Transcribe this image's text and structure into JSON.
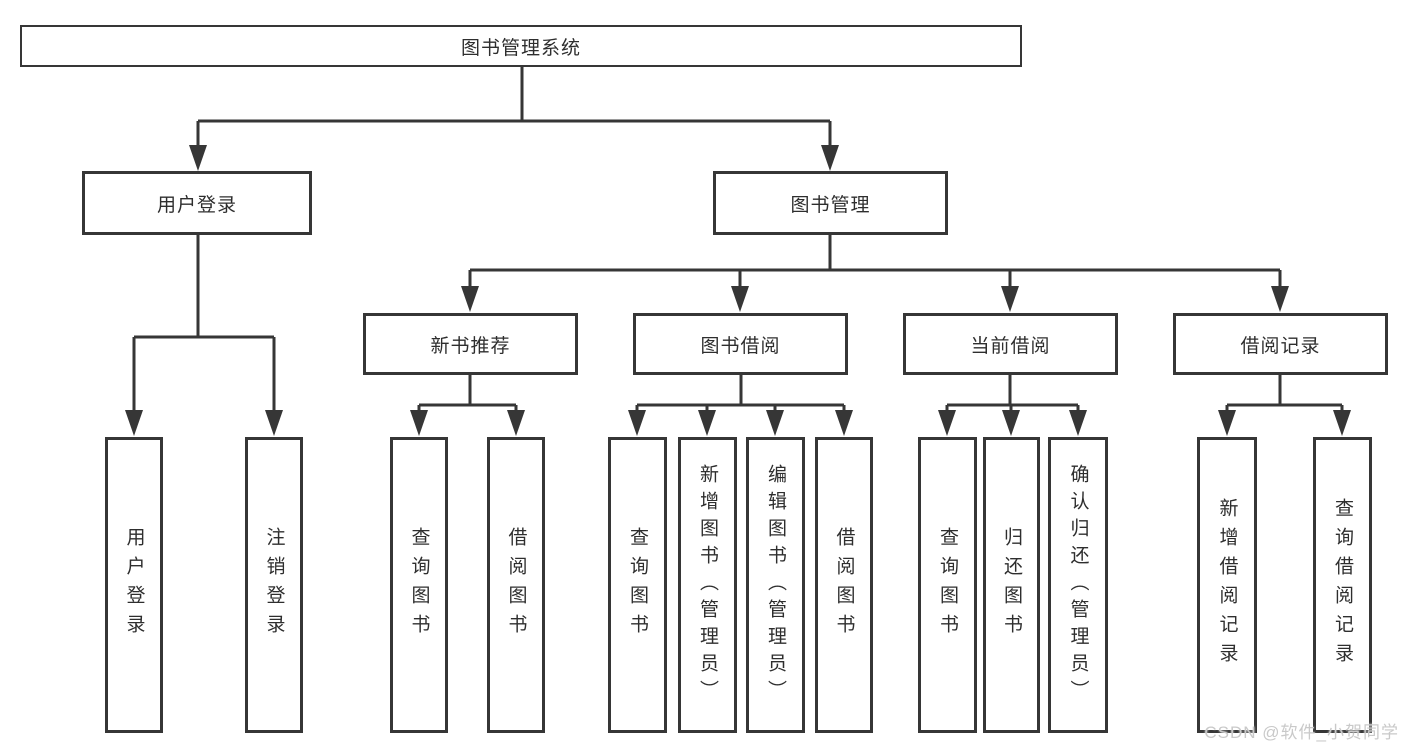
{
  "colors": {
    "line": "#363636",
    "text": "#2e2e2e",
    "background": "#ffffff",
    "watermark": "#c9c9c9"
  },
  "nodes": {
    "root": "图书管理系统",
    "user_login": "用户登录",
    "book_mgmt": "图书管理",
    "new_book": "新书推荐",
    "book_borrow": "图书借阅",
    "current_borrow": "当前借阅",
    "borrow_records": "借阅记录",
    "login_leaf": "用户登录",
    "logout_leaf": "注销登录",
    "nb_query": "查询图书",
    "nb_borrow": "借阅图书",
    "bb_query": "查询图书",
    "bb_add": "新增图书（管理员）",
    "bb_edit": "编辑图书（管理员）",
    "bb_borrow": "借阅图书",
    "cb_query": "查询图书",
    "cb_return": "归还图书",
    "cb_confirm": "确认归还（管理员）",
    "br_add": "新增借阅记录",
    "br_query": "查询借阅记录"
  },
  "watermark": {
    "text": "CSDN @软件_小贺同学"
  }
}
